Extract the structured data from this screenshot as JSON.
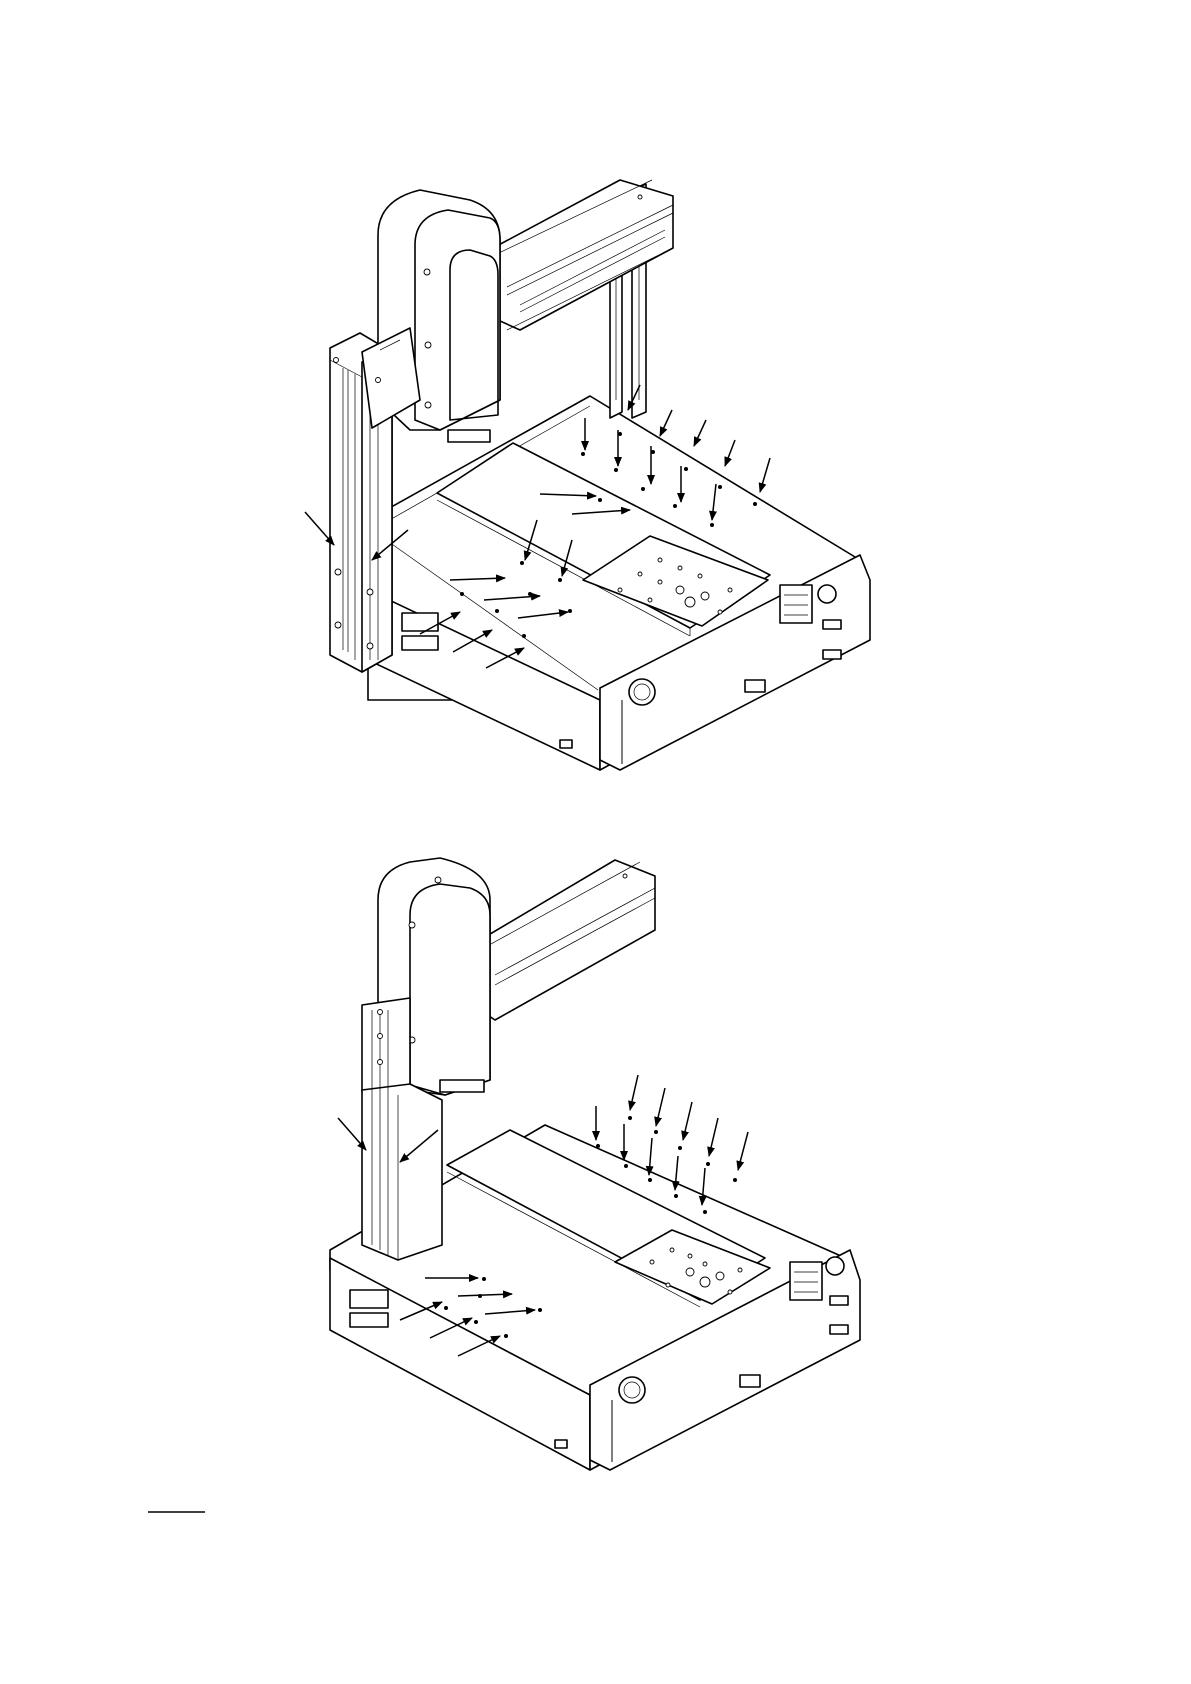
{
  "figures": [
    {
      "name": "upper-figure",
      "arrow_count": 25
    },
    {
      "name": "lower-figure",
      "arrow_count": 17
    }
  ],
  "colors": {
    "ink": "#000000",
    "paper": "#ffffff"
  },
  "icons": [
    "arrow-icon",
    "emergency-stop-icon",
    "logo-icon"
  ],
  "footer_rule": true
}
